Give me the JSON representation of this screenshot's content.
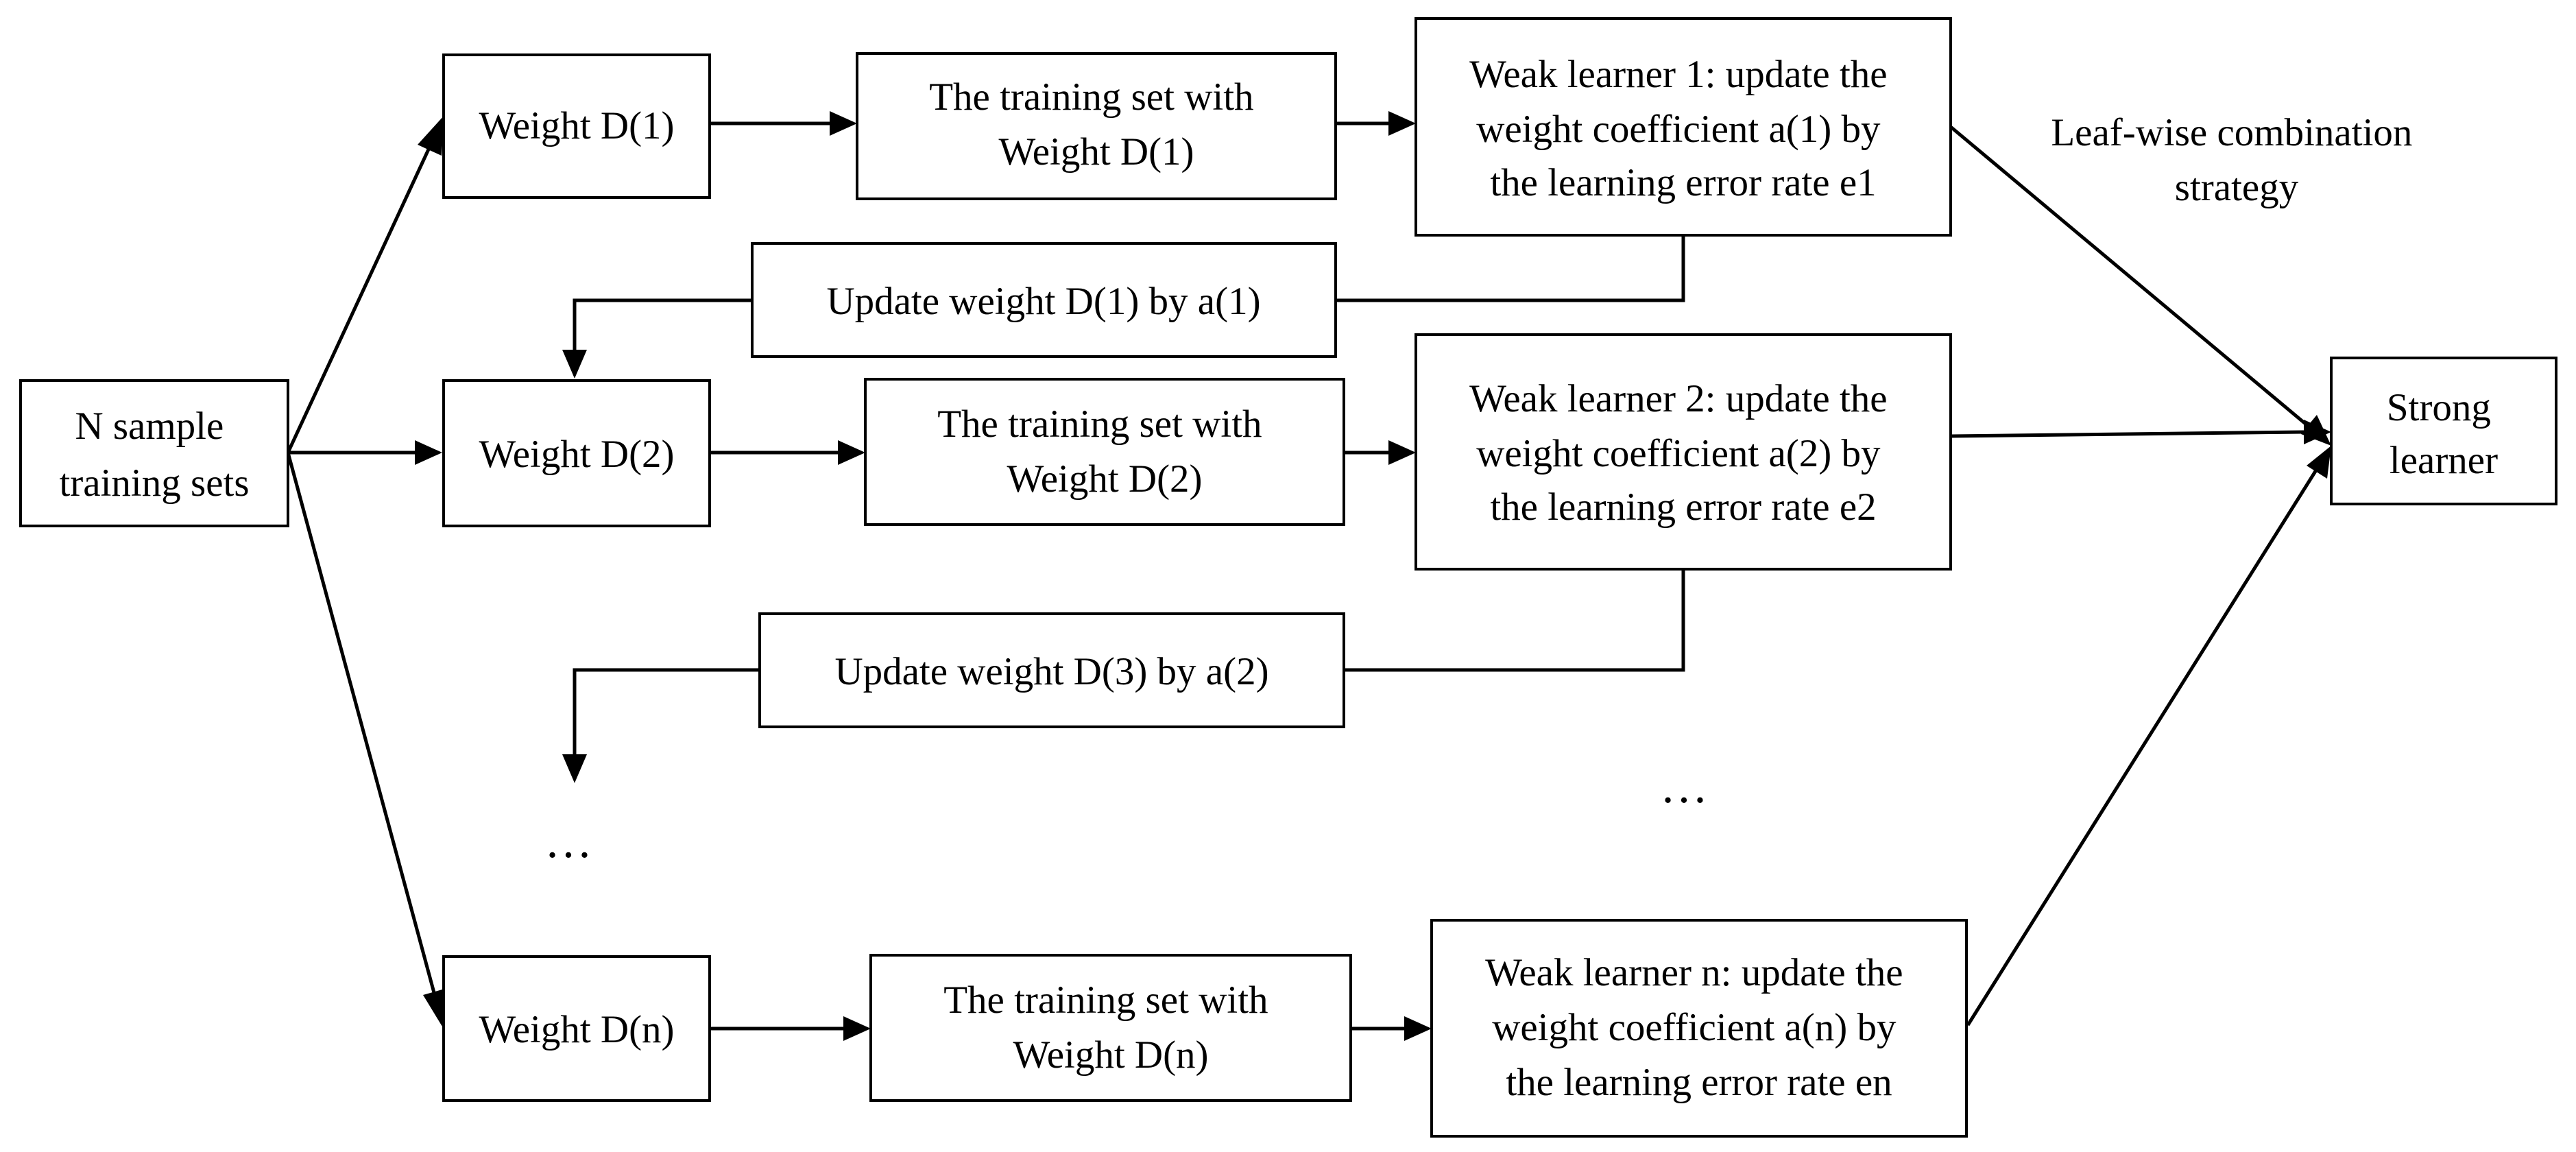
{
  "nodes": {
    "input": {
      "lines": [
        "N sample",
        "training sets"
      ]
    },
    "w1": {
      "lines": [
        "Weight D(1)"
      ]
    },
    "w2": {
      "lines": [
        "Weight D(2)"
      ]
    },
    "wn": {
      "lines": [
        "Weight D(n)"
      ]
    },
    "t1": {
      "lines": [
        "The training set with",
        "Weight D(1)"
      ]
    },
    "t2": {
      "lines": [
        "The training set with",
        "Weight D(2)"
      ]
    },
    "tn": {
      "lines": [
        "The training set with",
        "Weight D(n)"
      ]
    },
    "l1": {
      "lines": [
        "Weak learner 1: update the",
        "weight coefficient a(1) by",
        "the learning error rate e1"
      ]
    },
    "l2": {
      "lines": [
        "Weak learner 2: update the",
        "weight coefficient a(2) by",
        "the learning error rate e2"
      ]
    },
    "ln": {
      "lines": [
        "Weak learner n: update the",
        "weight coefficient a(n) by",
        "the learning error rate en"
      ]
    },
    "u1": {
      "lines": [
        "Update weight D(1) by a(1)"
      ]
    },
    "u2": {
      "lines": [
        "Update weight D(3) by a(2)"
      ]
    },
    "strong": {
      "lines": [
        "Strong",
        "learner"
      ]
    }
  },
  "annotations": {
    "combination_lines": [
      "Leaf-wise combination",
      "strategy"
    ],
    "ellipsis": "…"
  }
}
